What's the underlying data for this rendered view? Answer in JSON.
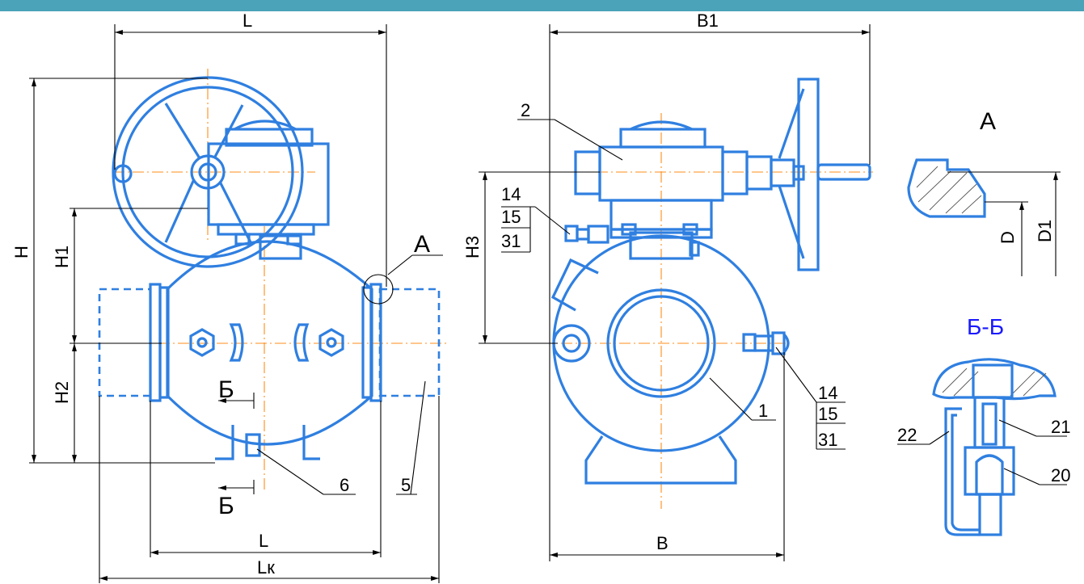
{
  "header_color": "#4aa3b8",
  "part_color": "#2f7fe0",
  "axis_color": "#ff8c1a",
  "dims": {
    "L_top": "L",
    "B1": "B1",
    "H": "H",
    "H1": "H1",
    "H2": "H2",
    "H3": "H3",
    "L_bottom": "L",
    "Lk": "Lк",
    "B": "B",
    "D": "D",
    "D1": "D1"
  },
  "views": {
    "detail": "A",
    "detail_marker": "A",
    "section_top": "Б",
    "section_bottom": "Б",
    "section_title": "Б-Б"
  },
  "callouts": {
    "p1": "1",
    "p2": "2",
    "p5": "5",
    "p6": "6",
    "p20": "20",
    "p21": "21",
    "p22": "22",
    "stack_left": [
      "14",
      "15",
      "31"
    ],
    "stack_right": [
      "14",
      "15",
      "31"
    ]
  }
}
